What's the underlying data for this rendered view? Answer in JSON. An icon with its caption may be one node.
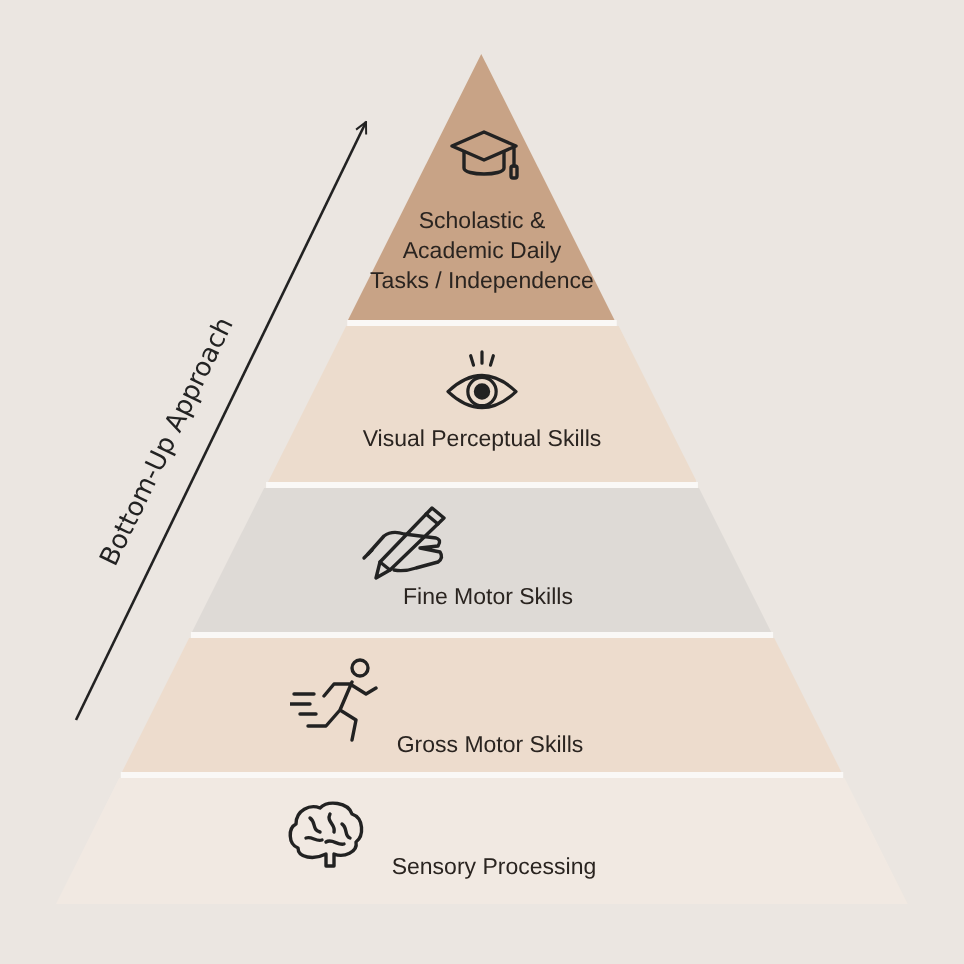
{
  "diagram": {
    "nodes": [
      {
        "text": [
          "Scholastic & Academic Daily Tasks / Independence"
        ]
      },
      {
        "text": [
          "Visual Perceptual Skills"
        ]
      },
      {
        "text": [
          "Fine Motor Skills"
        ]
      },
      {
        "text": [
          "Gross Motor Skills"
        ]
      },
      {
        "text": [
          "Sensory Processing"
        ]
      }
    ],
    "labels": [
      "Bottom-Up Approach"
    ]
  }
}
